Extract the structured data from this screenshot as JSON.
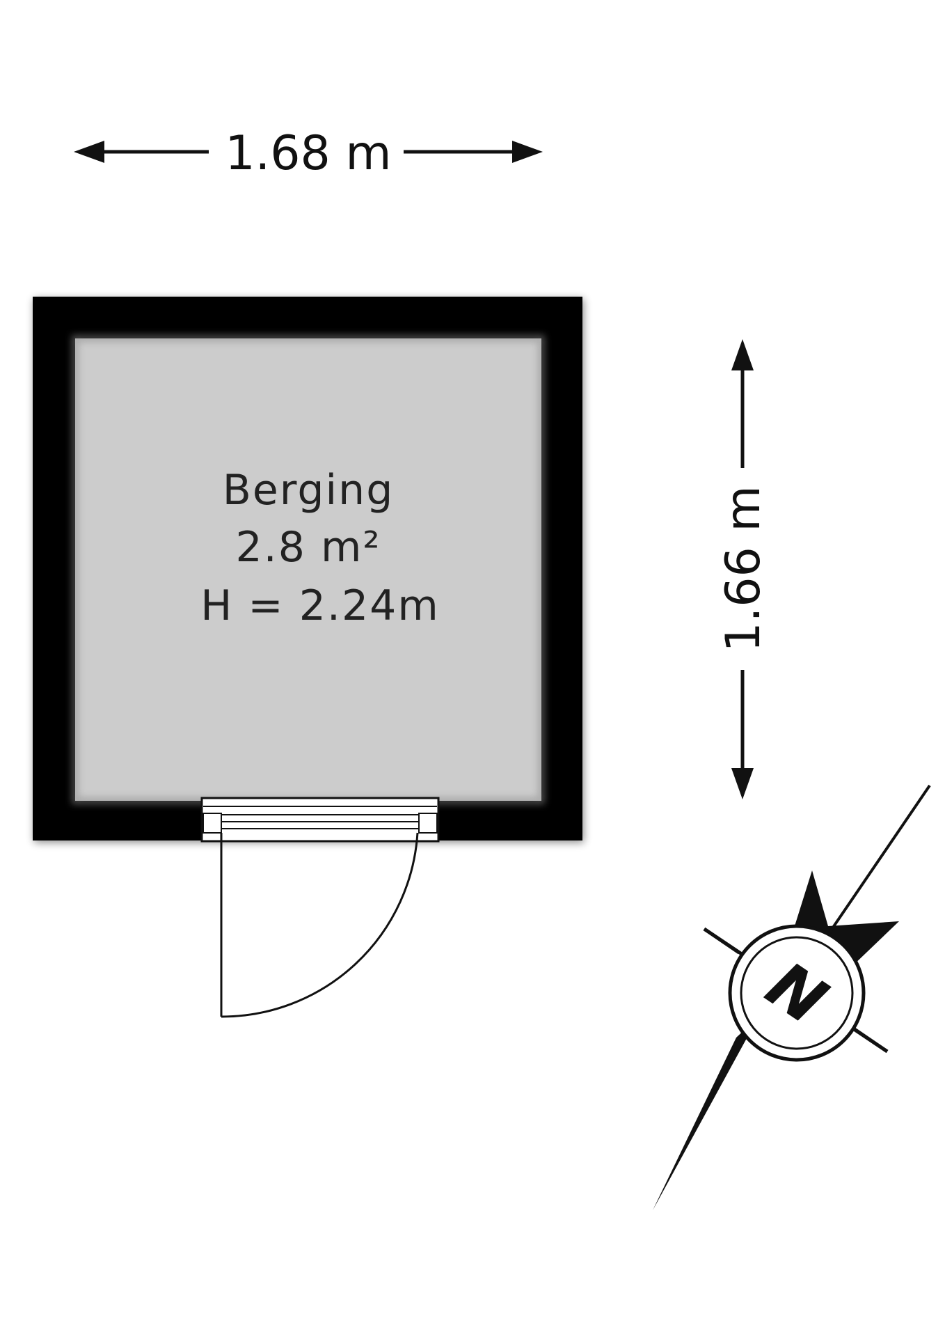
{
  "dimensions": {
    "width_label": "1.68 m",
    "height_label": "1.66 m"
  },
  "room": {
    "name": "Berging",
    "area": "2.8 m²",
    "height": "H = 2.24m"
  },
  "compass": {
    "north_label": "N"
  },
  "colors": {
    "wall": "#000000",
    "floor": "#cccccc",
    "line": "#111111"
  }
}
